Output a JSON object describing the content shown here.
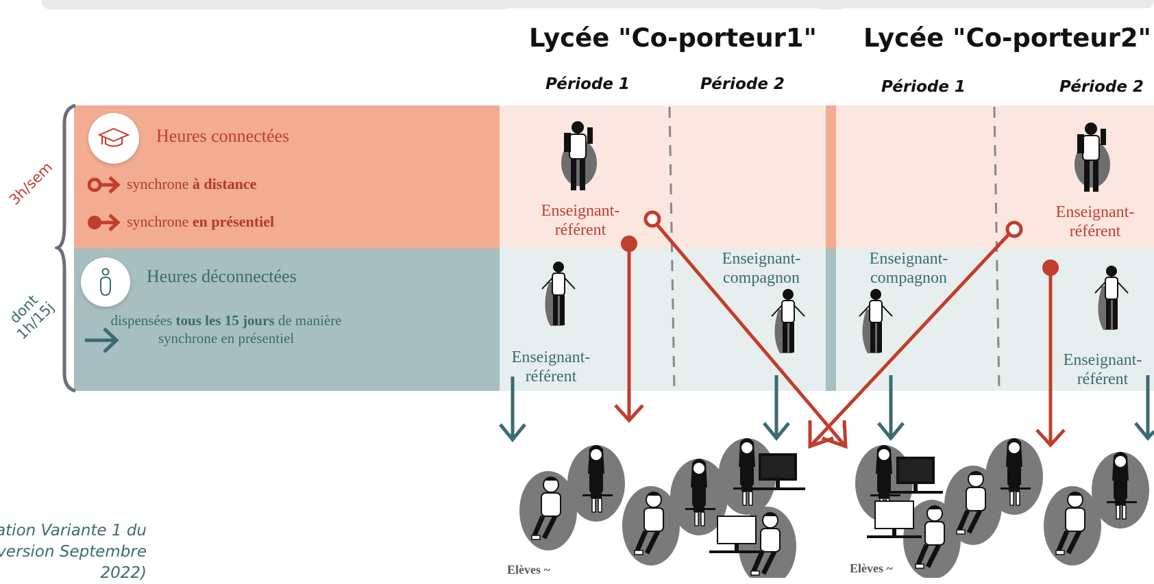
{
  "left_panel": {
    "connected": {
      "title": "Heures connectées",
      "item1_prefix": "synchrone ",
      "item1_bold": "à distance",
      "item2_prefix": "synchrone ",
      "item2_bold": "en présentiel"
    },
    "disconnected": {
      "title": "Heures déconnectées",
      "text_prefix": "dispensées ",
      "text_bold": "tous les 15 jours",
      "text_suffix": " de manière synchrone en présentiel"
    },
    "label_connected": "3h/sem",
    "label_disconnected_line1": "dont",
    "label_disconnected_line2": "1h/15j"
  },
  "schools": [
    {
      "title": "Lycée \"Co-porteur1\"",
      "periods": [
        "Période 1",
        "Période 2"
      ],
      "role_connected": [
        "Enseignant-",
        "référent"
      ],
      "role_companion": [
        "Enseignant-",
        "compagnon"
      ],
      "role_disconnected": [
        "Enseignant-",
        "référent"
      ],
      "students_label": "Elèves ~"
    },
    {
      "title": "Lycée \"Co-porteur2\"",
      "periods": [
        "Période 1",
        "Période 2"
      ],
      "role_companion": [
        "Enseignant-",
        "compagnon"
      ],
      "role_connected": [
        "Enseignant-",
        "référent"
      ],
      "role_disconnected": [
        "Enseignant-",
        "référent"
      ],
      "students_label": "Elèves ~"
    }
  ],
  "caption": [
    "ation Variante 1 du",
    "version Septembre",
    "2022)"
  ],
  "colors": {
    "connected_band": "#f2ac91",
    "connected_tint": "#fce7e0",
    "disconnected_band": "#a7bfc1",
    "disconnected_tint": "#e7eeee",
    "red": "#c23d2b",
    "teal": "#3a6b70"
  },
  "icons": {
    "connected": "graduation-cap-icon",
    "disconnected": "person-icon",
    "remote": "circle-arrow-icon",
    "onsite": "dot-arrow-icon",
    "disconnected_arrow": "arrow-right-icon"
  }
}
